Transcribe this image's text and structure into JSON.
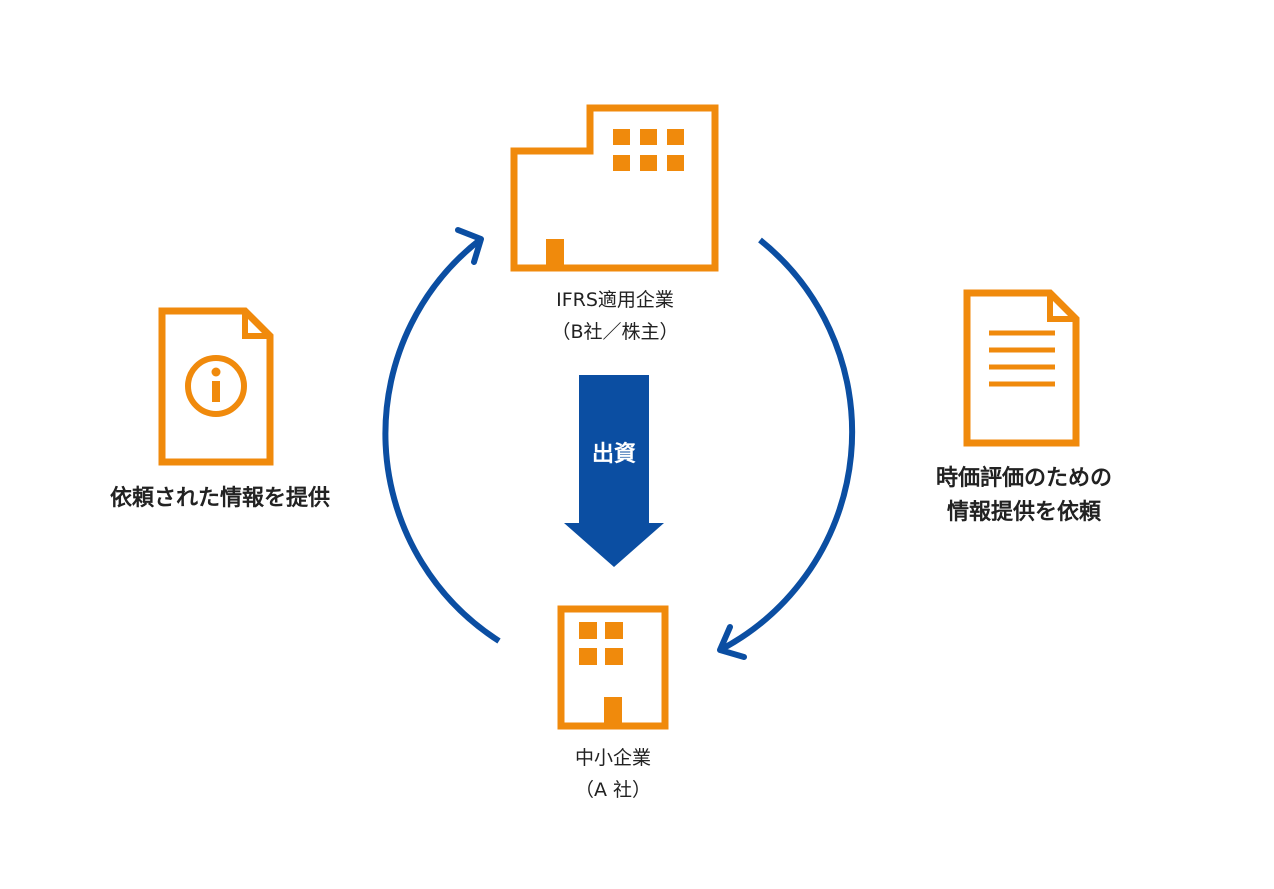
{
  "colors": {
    "orange": "#F08A0C",
    "blue": "#0B4EA2",
    "text": "#222222",
    "background": "#FFFFFF"
  },
  "nodes": {
    "ifrs_company": {
      "line1": "IFRS適用企業",
      "line2": "（B社／株主）",
      "icon": "office-building-icon"
    },
    "sme": {
      "line1": "中小企業",
      "line2": "（A 社）",
      "icon": "small-building-icon"
    }
  },
  "flows": {
    "investment": {
      "label": "出資",
      "icon": "down-arrow-icon"
    },
    "request": {
      "line1": "時価評価のための",
      "line2": "情報提供を依頼",
      "icon": "document-lines-icon"
    },
    "provide": {
      "label": "依頼された情報を提供",
      "icon": "info-document-icon"
    }
  }
}
